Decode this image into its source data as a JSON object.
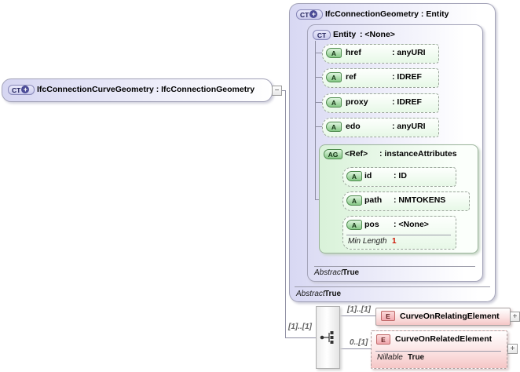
{
  "source": {
    "badge": "CT",
    "plus": "+",
    "label": "IfcConnectionCurveGeometry : IfcConnectionGeometry",
    "toggle": "−"
  },
  "outer": {
    "badge": "CT",
    "plus": "+",
    "title": "IfcConnectionGeometry : Entity",
    "facet": {
      "label": "Abstract",
      "value": "True"
    }
  },
  "entity": {
    "badge": "CT",
    "name": "Entity",
    "type": ": <None>",
    "attributes": [
      {
        "badge": "A",
        "name": "href",
        "type": ": anyURI"
      },
      {
        "badge": "A",
        "name": "ref",
        "type": ": IDREF"
      },
      {
        "badge": "A",
        "name": "proxy",
        "type": ": IDREF"
      },
      {
        "badge": "A",
        "name": "edo",
        "type": ": anyURI"
      }
    ],
    "group": {
      "badge": "AG",
      "name": "<Ref>",
      "type": ": instanceAttributes",
      "attributes": [
        {
          "badge": "A",
          "name": "id",
          "type": ": ID"
        },
        {
          "badge": "A",
          "name": "path",
          "type": ": NMTOKENS"
        },
        {
          "badge": "A",
          "name": "pos",
          "type": ": <None>"
        }
      ],
      "pos_facet": {
        "label": "Min Length",
        "value": "1"
      }
    },
    "facet": {
      "label": "Abstract",
      "value": "True"
    }
  },
  "sequence": {
    "cardinality": "[1]..[1]"
  },
  "elements": [
    {
      "badge": "E",
      "name": "CurveOnRelatingElement",
      "cardinality": "[1]..[1]",
      "expand": "+"
    },
    {
      "badge": "E",
      "name": "CurveOnRelatedElement",
      "cardinality": "0..[1]",
      "expand": "+",
      "facet": {
        "label": "Nillable",
        "value": "True"
      }
    }
  ],
  "colors": {
    "lavender": "#d8d8f3",
    "green": "#d9f2d9",
    "pink": "#f5c6c6",
    "connector": "#8f8fa3",
    "facet_red": "#cc1100"
  }
}
